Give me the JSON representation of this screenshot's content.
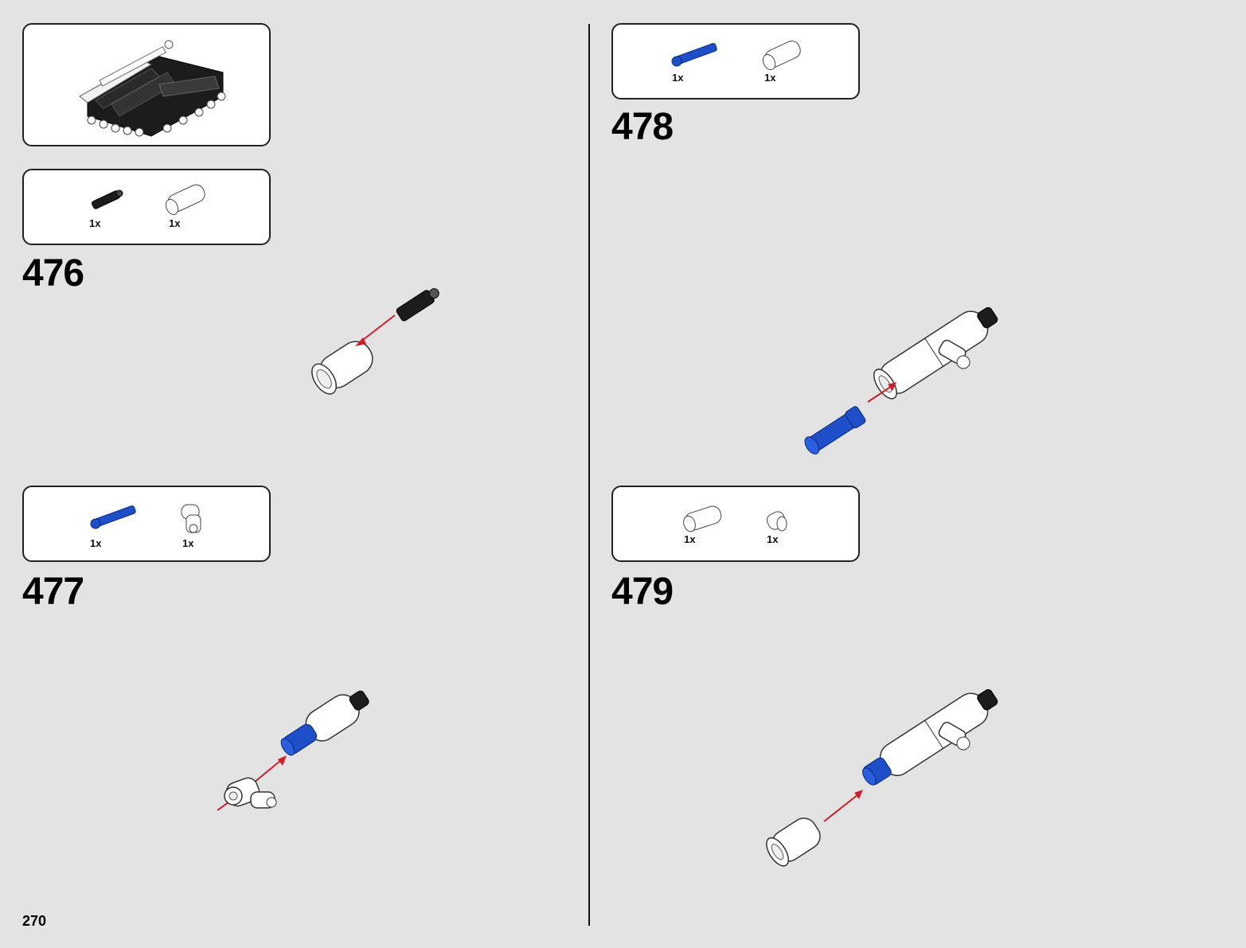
{
  "page_number": "270",
  "colors": {
    "background": "#e3e3e3",
    "box": "#ffffff",
    "arrow": "#cc1f2a",
    "blue_part": "#1f4fc8",
    "black_part": "#1c1c1c"
  },
  "preview_box": {
    "icon": "model-subassembly-preview"
  },
  "steps": [
    {
      "number": "476",
      "parts": [
        {
          "icon": "black-pin-icon",
          "qty": "1x"
        },
        {
          "icon": "white-tube-connector-icon",
          "qty": "1x"
        }
      ]
    },
    {
      "number": "477",
      "parts": [
        {
          "icon": "blue-axle-pin-icon",
          "qty": "1x"
        },
        {
          "icon": "white-angle-connector-icon",
          "qty": "1x"
        }
      ]
    },
    {
      "number": "478",
      "parts": [
        {
          "icon": "blue-axle-pin-icon",
          "qty": "1x"
        },
        {
          "icon": "white-tube-connector-icon",
          "qty": "1x"
        }
      ]
    },
    {
      "number": "479",
      "parts": [
        {
          "icon": "white-tube-connector-icon",
          "qty": "1x"
        },
        {
          "icon": "white-bush-icon",
          "qty": "1x"
        }
      ]
    }
  ]
}
